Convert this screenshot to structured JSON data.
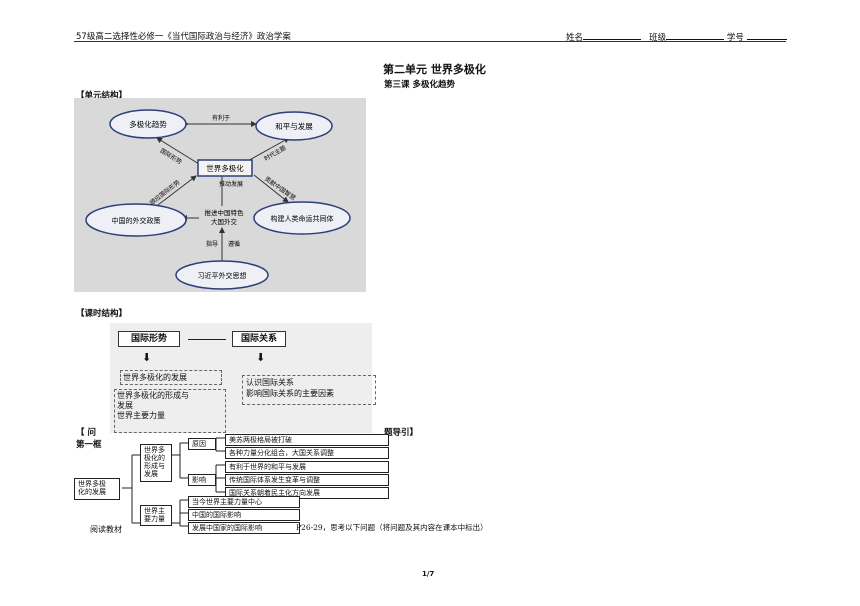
{
  "header": {
    "left": "57级高二选择性必修一《当代国际政治与经济》政治学案",
    "name_label": "姓名",
    "class_label": "班级",
    "id_label": "学号"
  },
  "title": {
    "unit": "第二单元 世界多极化",
    "lesson": "第三课    多极化趋势"
  },
  "sections": {
    "unit_structure": "【单元结构】",
    "lesson_structure": "【课时结构】",
    "question_left": "【  问",
    "question_right": "题导引】",
    "frame1": "第一框"
  },
  "diagram1": {
    "center": "世界多极化",
    "trend": "多极化趋势",
    "peace": "和平与发展",
    "china_diplomacy": "中国的外交政策",
    "community": "构建人类命运共同体",
    "xi_thought": "习近平外交思想",
    "edge_favor": "有利于",
    "edge_intl": "国际形势",
    "edge_theme": "时代主题",
    "edge_adapt": "顺应国际形势",
    "edge_push": "推动发展",
    "edge_contrib": "贡献中国智慧",
    "edge_promote_1": "推进中国特色",
    "edge_promote_2": "大国外交",
    "edge_guide": "指导",
    "edge_follow": "遵循"
  },
  "diagram2": {
    "box_left": "国际形势",
    "box_right": "国际关系",
    "left_item1": "世界多极化的发展",
    "left_item2_1": "世界多极化的形成与",
    "left_item2_2": "发展",
    "left_item3": "世界主要力量",
    "right_item1": "认识国际关系",
    "right_item2": "影响国际关系的主要因素"
  },
  "outline": {
    "root_1": "世界多极",
    "root_2": "化的发展",
    "branch1_1": "世界多",
    "branch1_2": "极化的",
    "branch1_3": "形成与",
    "branch1_4": "发展",
    "cause": "原因",
    "cause_1": "美苏两极格局被打破",
    "cause_2": "各种力量分化组合，大国关系调整",
    "effect": "影响",
    "effect_1": "有利于世界的和平与发展",
    "effect_2": "传统国际体系发生变革与调整",
    "effect_3": "国际关系朝着民主化方向发展",
    "branch2_1": "世界主",
    "branch2_2": "要力量",
    "power_1": "当今世界主要力量中心",
    "power_2": "中国的国际影响",
    "power_3": "发展中国家的国际影响"
  },
  "reading": {
    "prefix": "阅读教材",
    "suffix": "P26-29，思考以下问题（将问题及其内容在课本中标出）"
  },
  "footer": {
    "page": "1/7"
  }
}
